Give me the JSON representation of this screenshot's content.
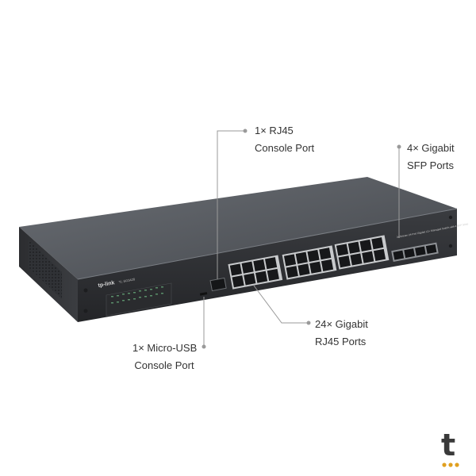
{
  "device": {
    "brand": "tp-link",
    "model": "TL-SG3428",
    "panel_text": "JetStream 24-Port Gigabit L2+ Managed Switch with 4 SFP Slots"
  },
  "callouts": {
    "rj45_console": {
      "line1": "1× RJ45",
      "line2": "Console Port"
    },
    "sfp_ports": {
      "line1": "4× Gigabit",
      "line2": "SFP Ports"
    },
    "usb_console": {
      "line1": "1× Micro-USB",
      "line2": "Console Port"
    },
    "gigabit_ports": {
      "line1": "24× Gigabit",
      "line2": "RJ45 Ports"
    }
  },
  "watermark": {
    "letter": "t"
  },
  "colors": {
    "switch_top": "#5d6167",
    "switch_front": "#2e3034",
    "callout_line": "#9a9a9a",
    "dot": "#e0a020"
  }
}
